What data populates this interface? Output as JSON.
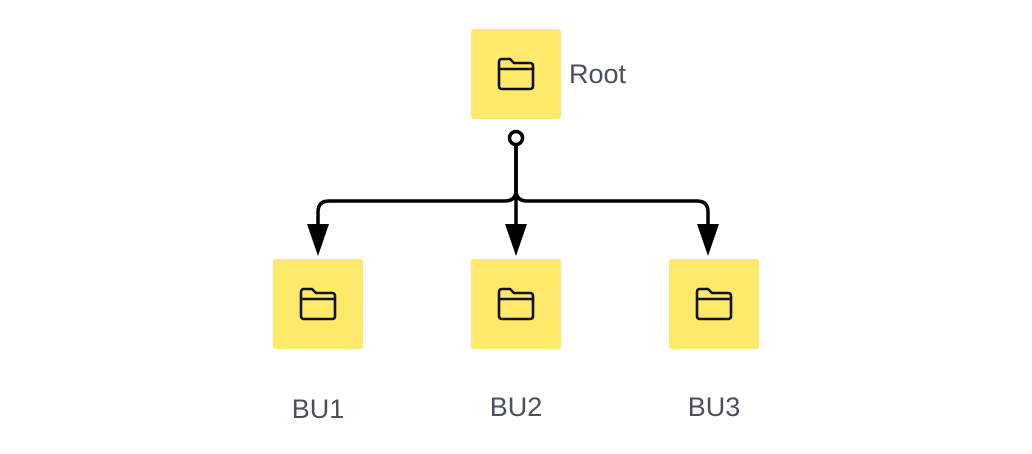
{
  "diagram": {
    "colors": {
      "node_fill": "#FEE96B",
      "icon_stroke": "#111111",
      "connector": "#000000",
      "label_text": "#4A4F5C"
    },
    "root": {
      "label": "Root",
      "icon": "folder-icon"
    },
    "children": [
      {
        "label": "BU1",
        "icon": "folder-icon"
      },
      {
        "label": "BU2",
        "icon": "folder-icon"
      },
      {
        "label": "BU3",
        "icon": "folder-icon"
      }
    ]
  }
}
